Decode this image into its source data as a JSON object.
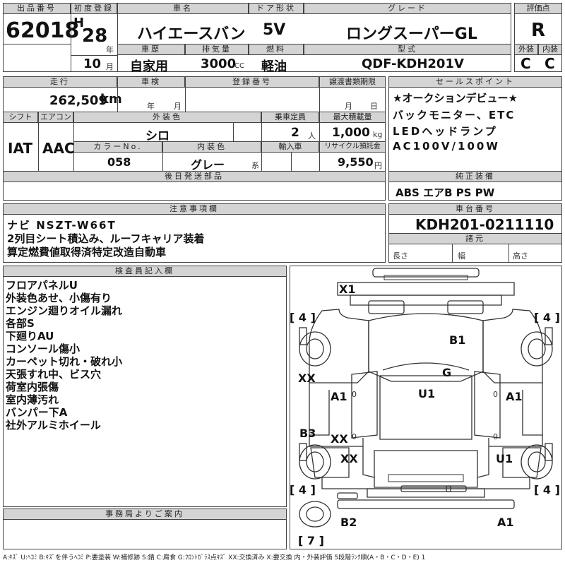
{
  "top": {
    "h_lot": "出品番号",
    "lot": "62018",
    "h_reg": "初度登録",
    "era": "H",
    "year": "28",
    "year_unit": "年",
    "month": "10",
    "month_unit": "月",
    "h_car": "車名",
    "car": "ハイエースバン",
    "h_door": "ドア形状",
    "door": "5V",
    "h_grade": "グレード",
    "grade": "ロングスーパーGL",
    "h_score": "評価点",
    "score": "R",
    "h_history": "車歴",
    "history": "自家用",
    "h_disp": "排気量",
    "disp": "3000",
    "disp_unit": "CC",
    "h_fuel": "燃料",
    "fuel": "軽油",
    "h_model": "型式",
    "model": "QDF-KDH201V",
    "h_ext": "外装",
    "ext": "C",
    "h_int": "内装",
    "int": "C"
  },
  "row2": {
    "h_mileage": "走行",
    "mileage": "262,509",
    "mileage_unit": "km",
    "h_inspect": "車検",
    "inspect_year": "年",
    "inspect_month": "月",
    "h_regno": "登録番号",
    "h_transfer": "譲渡書類期限",
    "transfer_month": "月",
    "transfer_day": "日",
    "h_shift": "シフト",
    "shift": "IAT",
    "h_ac": "エアコン",
    "ac": "AAC",
    "h_color": "外装色",
    "color": "シロ",
    "h_capacity": "乗車定員",
    "capacity": "2",
    "capacity_unit": "人",
    "h_load": "最大積載量",
    "load": "1,000",
    "load_unit": "kg",
    "h_colorno": "カラーNo.",
    "colorno": "058",
    "h_intcolor": "内装色",
    "intcolor": "グレー",
    "intcolor_unit": "系",
    "h_import": "輸入車",
    "h_recycle": "リサイクル預託金",
    "recycle": "9,550",
    "recycle_unit": "円",
    "h_later": "後日発送部品"
  },
  "sales": {
    "h": "セールスポイント",
    "lines": [
      "★オークションデビュー★",
      "バックモニター、ETC",
      "LEDヘッドランプ",
      "AC100V/100W"
    ],
    "h_equip": "純正装備",
    "equip": "ABS エアB PS PW"
  },
  "notes": {
    "h": "注意事項欄",
    "lines": [
      "ナビ NSZT-W66T",
      "2列目シート積込み、ルーフキャリア装着",
      "算定燃費値取得済特定改造自動車"
    ]
  },
  "chassis": {
    "h": "車台番号",
    "value": "KDH201-0211110",
    "h_spec": "諸元",
    "length": "長さ",
    "width": "幅",
    "height": "高さ"
  },
  "inspector": {
    "h": "検査員記入欄",
    "lines": [
      "フロアパネルU",
      "外装色あせ、小傷有り",
      "エンジン廻りオイル漏れ",
      "各部S",
      "下廻りAU",
      "コンソール傷小",
      "カーペット切れ・破れ小",
      "天張すれ中、ビス穴",
      "荷室内張傷",
      "室内薄汚れ",
      "バンパー下A",
      "社外アルミホイール"
    ]
  },
  "office": {
    "h": "事務局よりご案内"
  },
  "diagram": {
    "x1": "X1",
    "b1": "B1",
    "g": "G",
    "u1": "U1",
    "xx_left": "XX",
    "a1_left": "A1",
    "a1_right": "A1",
    "b3": "B3",
    "xx_mid": "XX",
    "xx_lower": "XX",
    "u1_right": "U1",
    "b2": "B2",
    "a1_bottom": "A1",
    "tire_fl": "4",
    "tire_fr": "4",
    "tire_rl": "4",
    "tire_rr": "4",
    "spare": "7",
    "bracket_open": "[",
    "bracket_close": "]",
    "zero": "0"
  },
  "legend": "A:ｷｽﾞ U:ﾍｺﾐ B:ｷｽﾞを伴うﾍｺﾐ P:要塗装 W:補修跡 S:錆 C:腐食 G:ﾌﾛﾝﾄｶﾞﾗｽ点ｷｽﾞ XX:交換済み X:要交換 内・外装評価 5段階ﾗﾝｸ順(A・B・C・D・E) 1"
}
